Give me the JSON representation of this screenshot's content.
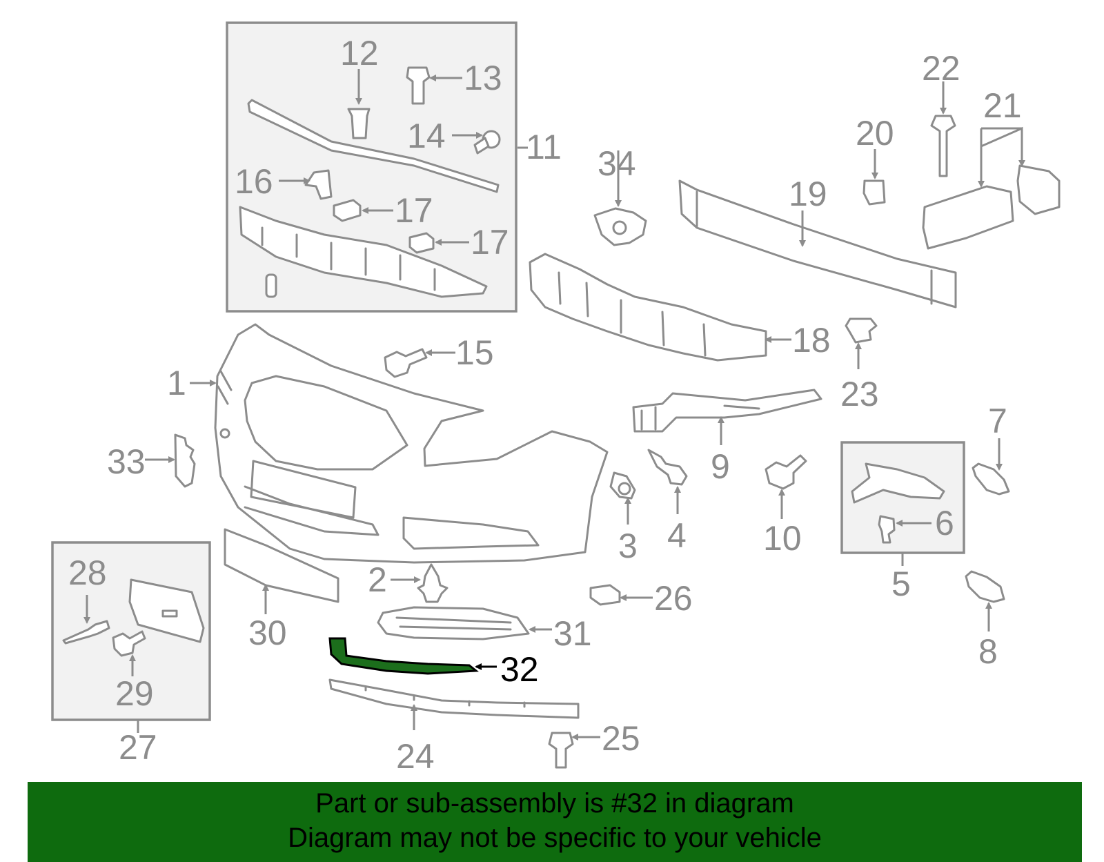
{
  "diagram": {
    "labels": [
      {
        "id": "1",
        "text": "1"
      },
      {
        "id": "2",
        "text": "2"
      },
      {
        "id": "3",
        "text": "3"
      },
      {
        "id": "4",
        "text": "4"
      },
      {
        "id": "5",
        "text": "5"
      },
      {
        "id": "6",
        "text": "6"
      },
      {
        "id": "7",
        "text": "7"
      },
      {
        "id": "8",
        "text": "8"
      },
      {
        "id": "9",
        "text": "9"
      },
      {
        "id": "10",
        "text": "10"
      },
      {
        "id": "11",
        "text": "11"
      },
      {
        "id": "12",
        "text": "12"
      },
      {
        "id": "13",
        "text": "13"
      },
      {
        "id": "14",
        "text": "14"
      },
      {
        "id": "15",
        "text": "15"
      },
      {
        "id": "16",
        "text": "16"
      },
      {
        "id": "17a",
        "text": "17"
      },
      {
        "id": "17b",
        "text": "17"
      },
      {
        "id": "18",
        "text": "18"
      },
      {
        "id": "19",
        "text": "19"
      },
      {
        "id": "20",
        "text": "20"
      },
      {
        "id": "21",
        "text": "21"
      },
      {
        "id": "22",
        "text": "22"
      },
      {
        "id": "23",
        "text": "23"
      },
      {
        "id": "24",
        "text": "24"
      },
      {
        "id": "25",
        "text": "25"
      },
      {
        "id": "26",
        "text": "26"
      },
      {
        "id": "27",
        "text": "27"
      },
      {
        "id": "28",
        "text": "28"
      },
      {
        "id": "29",
        "text": "29"
      },
      {
        "id": "30",
        "text": "30"
      },
      {
        "id": "31",
        "text": "31"
      },
      {
        "id": "32",
        "text": "32"
      },
      {
        "id": "33",
        "text": "33"
      },
      {
        "id": "34",
        "text": "34"
      }
    ],
    "highlighted_part": "32",
    "highlight_color": "#1c6e1c"
  },
  "banner": {
    "line1": "Part or sub-assembly is #32 in diagram",
    "line2": "Diagram may not be specific to your vehicle",
    "background": "#0e6b0e"
  }
}
